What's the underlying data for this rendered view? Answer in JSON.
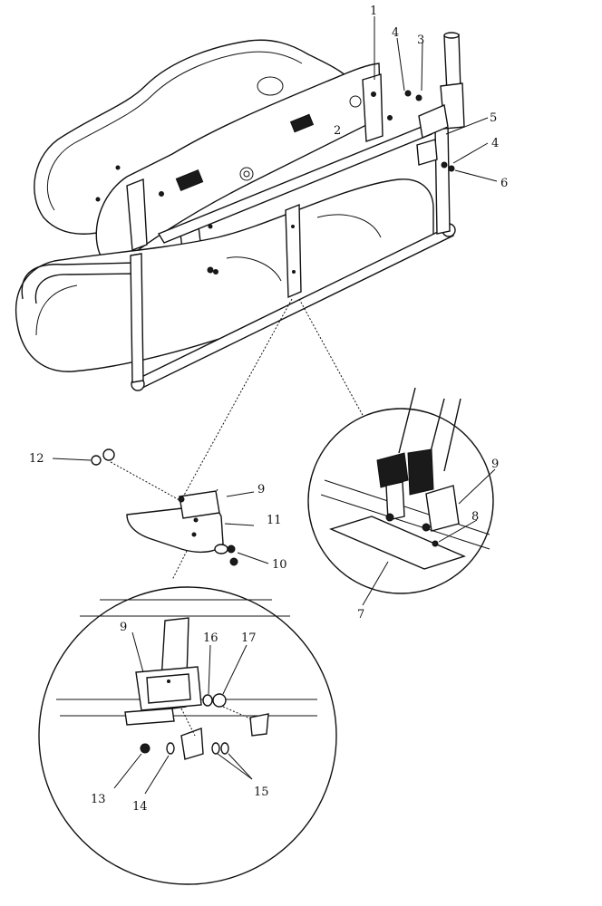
{
  "callouts": {
    "top_1": "1",
    "top_3": "3",
    "top_4a": "4",
    "top_5": "5",
    "top_4b": "4",
    "top_6": "6",
    "left_12": "12",
    "left_9": "9",
    "left_11": "11",
    "left_10": "10",
    "right_9": "9",
    "right_8": "8",
    "right_7": "7",
    "bottom_9": "9",
    "bottom_16": "16",
    "bottom_17": "17",
    "bottom_13": "13",
    "bottom_14": "14",
    "bottom_15": "15",
    "inner_2": "2"
  }
}
